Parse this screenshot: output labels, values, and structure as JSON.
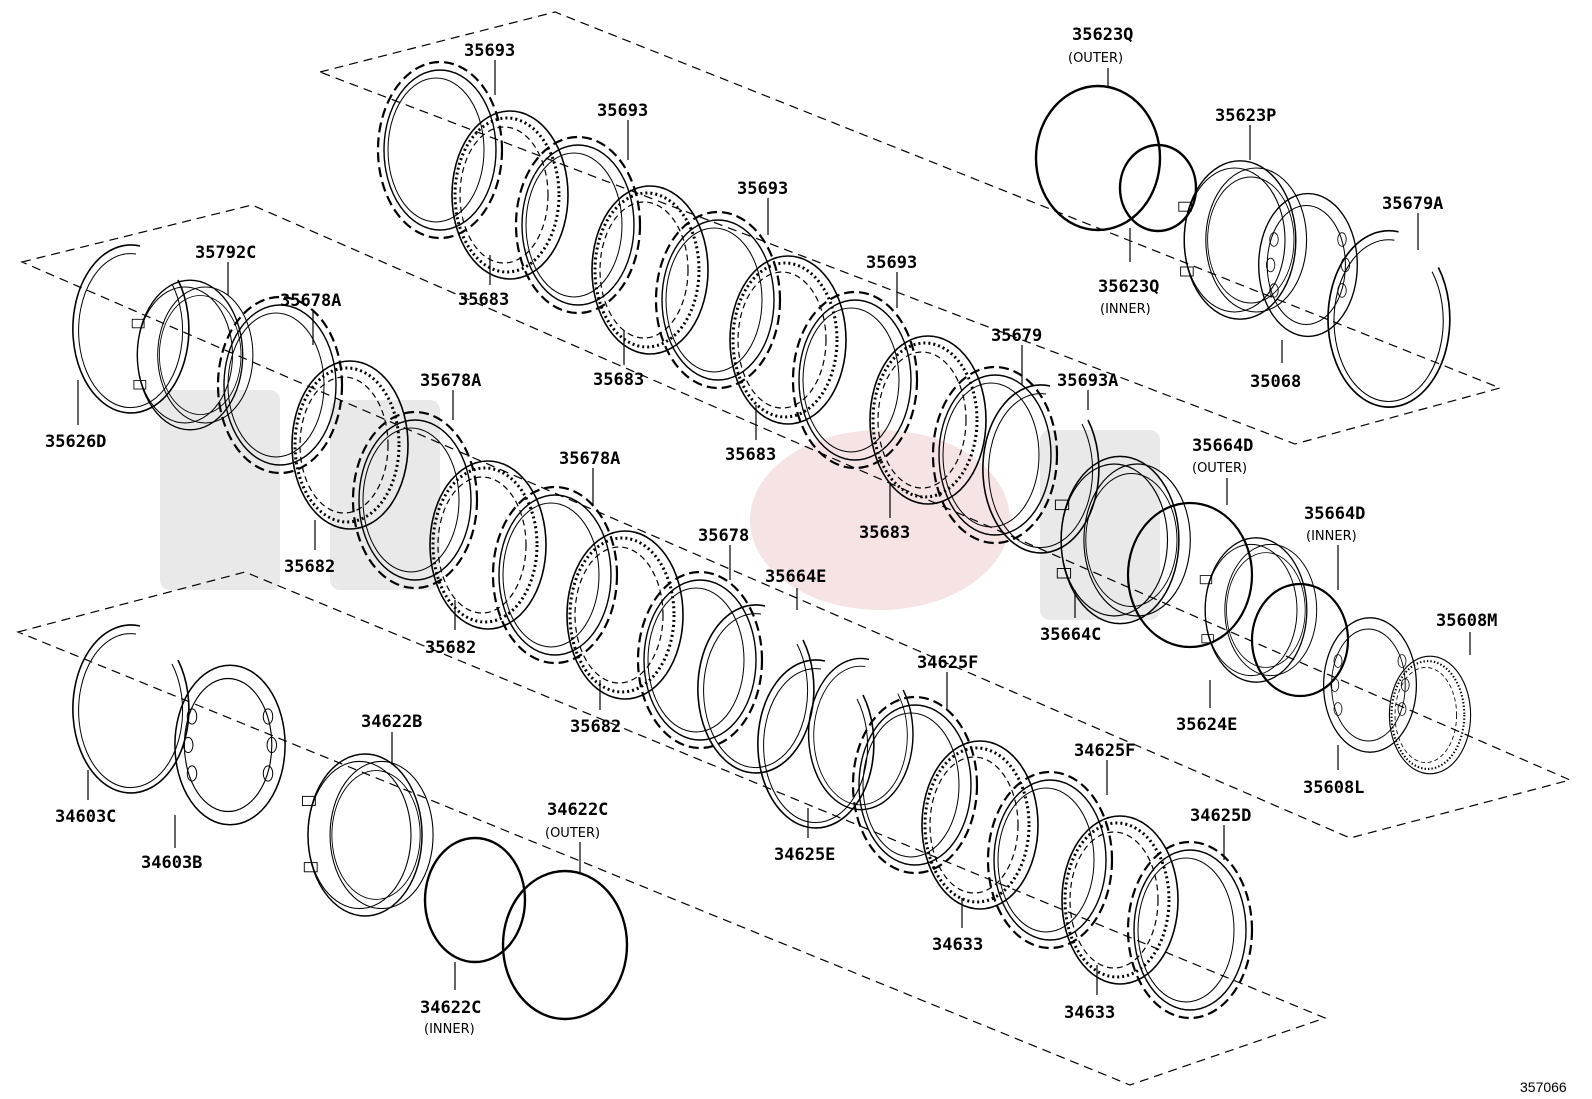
{
  "diagram": {
    "reference_code": "357066",
    "parts": [
      {
        "id": "p1",
        "code": "35693",
        "sub": ""
      },
      {
        "id": "p2",
        "code": "35693",
        "sub": ""
      },
      {
        "id": "p3",
        "code": "35693",
        "sub": ""
      },
      {
        "id": "p4",
        "code": "35693",
        "sub": ""
      },
      {
        "id": "p5",
        "code": "35683",
        "sub": ""
      },
      {
        "id": "p6",
        "code": "35683",
        "sub": ""
      },
      {
        "id": "p7",
        "code": "35683",
        "sub": ""
      },
      {
        "id": "p8",
        "code": "35683",
        "sub": ""
      },
      {
        "id": "p9",
        "code": "35679",
        "sub": ""
      },
      {
        "id": "p10",
        "code": "35693A",
        "sub": ""
      },
      {
        "id": "p11",
        "code": "35623Q",
        "sub": "(OUTER)"
      },
      {
        "id": "p12",
        "code": "35623P",
        "sub": ""
      },
      {
        "id": "p13",
        "code": "35623Q",
        "sub": "(INNER)"
      },
      {
        "id": "p14",
        "code": "35679A",
        "sub": ""
      },
      {
        "id": "p15",
        "code": "35068",
        "sub": ""
      },
      {
        "id": "p16",
        "code": "35792C",
        "sub": ""
      },
      {
        "id": "p17",
        "code": "35678A",
        "sub": ""
      },
      {
        "id": "p18",
        "code": "35678A",
        "sub": ""
      },
      {
        "id": "p19",
        "code": "35678A",
        "sub": ""
      },
      {
        "id": "p20",
        "code": "35678",
        "sub": ""
      },
      {
        "id": "p21",
        "code": "35626D",
        "sub": ""
      },
      {
        "id": "p22",
        "code": "35682",
        "sub": ""
      },
      {
        "id": "p23",
        "code": "35682",
        "sub": ""
      },
      {
        "id": "p24",
        "code": "35682",
        "sub": ""
      },
      {
        "id": "p25",
        "code": "35664D",
        "sub": "(OUTER)"
      },
      {
        "id": "p26",
        "code": "35664D",
        "sub": "(INNER)"
      },
      {
        "id": "p27",
        "code": "35664C",
        "sub": ""
      },
      {
        "id": "p28",
        "code": "35664E",
        "sub": ""
      },
      {
        "id": "p29",
        "code": "35624E",
        "sub": ""
      },
      {
        "id": "p30",
        "code": "35608M",
        "sub": ""
      },
      {
        "id": "p31",
        "code": "35608L",
        "sub": ""
      },
      {
        "id": "p32",
        "code": "34622B",
        "sub": ""
      },
      {
        "id": "p33",
        "code": "34603C",
        "sub": ""
      },
      {
        "id": "p34",
        "code": "34603B",
        "sub": ""
      },
      {
        "id": "p35",
        "code": "34622C",
        "sub": "(OUTER)"
      },
      {
        "id": "p36",
        "code": "34622C",
        "sub": "(INNER)"
      },
      {
        "id": "p37",
        "code": "34625F",
        "sub": ""
      },
      {
        "id": "p38",
        "code": "34625F",
        "sub": ""
      },
      {
        "id": "p39",
        "code": "34625E",
        "sub": ""
      },
      {
        "id": "p40",
        "code": "34625D",
        "sub": ""
      },
      {
        "id": "p41",
        "code": "34633",
        "sub": ""
      },
      {
        "id": "p42",
        "code": "34633",
        "sub": ""
      }
    ]
  }
}
